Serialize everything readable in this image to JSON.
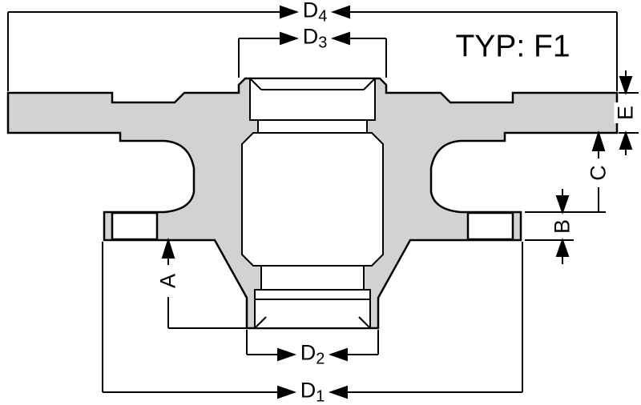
{
  "type_label": "TYP: F1",
  "dimensions": {
    "d4": {
      "letter": "D",
      "sub": "4"
    },
    "d3": {
      "letter": "D",
      "sub": "3"
    },
    "d2": {
      "letter": "D",
      "sub": "2"
    },
    "d1": {
      "letter": "D",
      "sub": "1"
    },
    "a": {
      "letter": "A",
      "sub": ""
    },
    "b": {
      "letter": "B",
      "sub": ""
    },
    "c": {
      "letter": "C",
      "sub": ""
    },
    "e": {
      "letter": "E",
      "sub": ""
    }
  },
  "colors": {
    "part_fill": "#d2d2d2",
    "line": "#000000",
    "background": "#ffffff"
  }
}
